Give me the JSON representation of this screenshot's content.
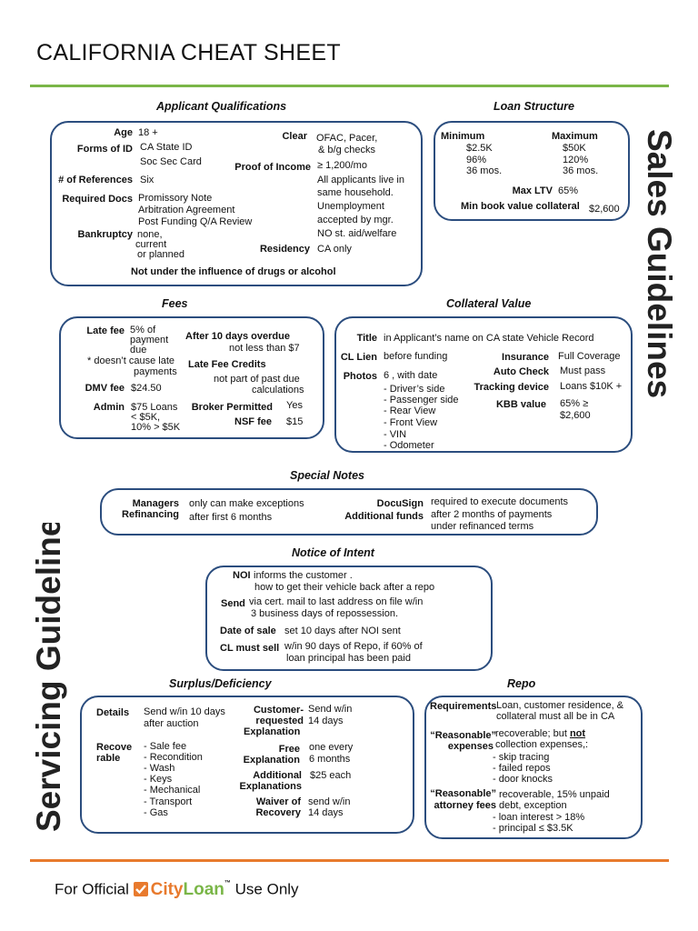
{
  "title": "CALIFORNIA CHEAT SHEET",
  "sales_guidelines": "Sales Guidelines",
  "servicing_guidelines": "Servicing Guidelines",
  "applicant": {
    "header": "Applicant Qualifications",
    "age_label": "Age",
    "age_value": "18 +",
    "forms_id_label": "Forms of ID",
    "forms_id_value_1": "CA State ID",
    "forms_id_value_2": "Soc Sec Card",
    "references_label": "# of References",
    "references_value": "Six",
    "required_docs_label": "Required Docs",
    "required_docs_1": "Promissory Note",
    "required_docs_2": "Arbitration Agreement",
    "required_docs_3": "Post Funding Q/A Review",
    "bankruptcy_label": "Bankruptcy",
    "bankruptcy_1": "none,",
    "bankruptcy_2": "current",
    "bankruptcy_3": "or planned",
    "clear_label": "Clear",
    "clear_1": "OFAC, Pacer,",
    "clear_2": "& b/g checks",
    "income_label": "Proof of Income",
    "income_1": "≥ 1,200/mo",
    "income_2": "All applicants live in",
    "income_3": "same household.",
    "income_4": "Unemployment",
    "income_5": "accepted by mgr.",
    "income_6": "NO st. aid/welfare",
    "residency_label": "Residency",
    "residency_value": "CA only",
    "note": "Not under the influence of drugs or alcohol"
  },
  "loan": {
    "header": "Loan Structure",
    "min_label": "Minimum",
    "max_label": "Maximum",
    "min_1": "$2.5K",
    "min_2": "96%",
    "min_3": "36 mos.",
    "max_1": "$50K",
    "max_2": "120%",
    "max_3": "36 mos.",
    "ltv_label": "Max LTV",
    "ltv_value": "65%",
    "book_label": "Min book value collateral",
    "book_value": "$2,600"
  },
  "fees": {
    "header": "Fees",
    "late_label": "Late fee",
    "late_1": "5%  of",
    "late_2": "payment",
    "late_3": "due",
    "late_note_1": "* doesn’t cause late",
    "late_note_2": "payments",
    "after_label": "After 10 days overdue",
    "after_value": "not less  than $7",
    "credits_label": "Late Fee Credits",
    "credits_1": "not part of past due",
    "credits_2": "calculations",
    "dmv_label": "DMV fee",
    "dmv_value": "$24.50",
    "admin_label": "Admin",
    "admin_1": "$75 Loans",
    "admin_2": "<  $5K,",
    "admin_3": "10% > $5K",
    "broker_label": "Broker Permitted",
    "broker_value": "Yes",
    "nsf_label": "NSF fee",
    "nsf_value": "$15"
  },
  "collateral": {
    "header": "Collateral Value",
    "title_label": "Title",
    "title_value": "in Applicant’s name on CA state Vehicle Record",
    "lien_label": "CL Lien",
    "lien_value": "before funding",
    "photos_label": "Photos",
    "photos_value": "6 , with date",
    "photos_list": [
      "- Driver’s side",
      "- Passenger side",
      "- Rear View",
      "- Front View",
      "- VIN",
      "- Odometer"
    ],
    "insurance_label": "Insurance",
    "insurance_value": "Full Coverage",
    "autocheck_label": "Auto Check",
    "autocheck_value": "Must pass",
    "tracking_label": "Tracking device",
    "tracking_value": "Loans $10K +",
    "kbb_label": "KBB value",
    "kbb_1": "65% ≥",
    "kbb_2": "$2,600"
  },
  "special": {
    "header": "Special Notes",
    "managers_label_1": "Managers",
    "managers_label_2": "Refinancing",
    "managers_1": "only can make exceptions",
    "managers_2": "after first 6 months",
    "docusign_label": "DocuSign",
    "docusign_value": "required to execute documents",
    "funds_label": "Additional funds",
    "funds_1": "after 2 months of payments",
    "funds_2": "under refinanced terms"
  },
  "noi": {
    "header": "Notice of Intent",
    "noi_label": "NOI",
    "noi_1": "informs the customer       .",
    "noi_2": "how to get their  vehicle back after a repo",
    "send_label": "Send",
    "send_1": "via cert. mail  to last address on file w/in",
    "send_2": "3 business days of repossession.",
    "date_label": "Date of sale",
    "date_value": "set 10 days after NOI sent",
    "cl_label": "CL must sell",
    "cl_1": "w/in 90 days of Repo, if 60% of",
    "cl_2": "loan principal has been paid"
  },
  "surplus": {
    "header": "Surplus/Deficiency",
    "details_label": "Details",
    "details_1": "Send w/in 10 days",
    "details_2": "after auction",
    "recov_label_1": "Recove",
    "recov_label_2": "rable",
    "recov_list": [
      "- Sale  fee",
      "- Recondition",
      "- Wash",
      "- Keys",
      "- Mechanical",
      "- Transport",
      "- Gas"
    ],
    "cust_label_1": "Customer-",
    "cust_label_2": "requested",
    "cust_label_3": "Explanation",
    "cust_1": "Send w/in",
    "cust_2": "14 days",
    "free_label_1": "Free",
    "free_label_2": "Explanation",
    "free_1": "one every",
    "free_2": "6 months",
    "add_label_1": "Additional",
    "add_label_2": "Explanations",
    "add_value": "$25 each",
    "waiver_label_1": "Waiver of",
    "waiver_label_2": "Recovery",
    "waiver_1": "send w/in",
    "waiver_2": "14 days"
  },
  "repo": {
    "header": "Repo",
    "req_label": "Requirements",
    "req_1": "Loan, customer residence, &",
    "req_2": "collateral must all be in CA",
    "exp_label_1": "“Reasonable”",
    "exp_label_2": "expenses",
    "exp_1a": "recoverable; but ",
    "exp_1b": "not",
    "exp_2": "collection expenses,:",
    "exp_list": [
      "- skip tracing",
      "- failed repos",
      "- door knocks"
    ],
    "att_label_1": "“Reasonable”",
    "att_label_2": "attorney fees",
    "att_1": "recoverable, 15% unpaid",
    "att_2": "debt, exception",
    "att_list": [
      "- loan interest > 18%",
      "- principal ≤ $3.5K"
    ]
  },
  "footer": {
    "prefix": "For Official",
    "brand_city": "City",
    "brand_loan": "Loan",
    "tm": "™",
    "suffix": "Use Only"
  },
  "colors": {
    "box_border": "#2b4d7e",
    "green_rule": "#7ab648",
    "orange_rule": "#e87a2d"
  }
}
